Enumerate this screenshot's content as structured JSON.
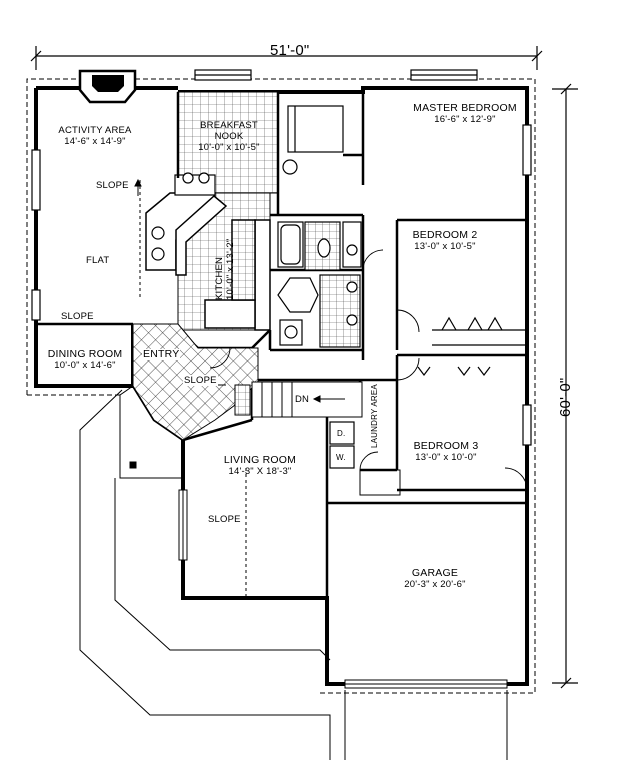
{
  "overall": {
    "width": "51'-0\"",
    "depth": "60'-0\""
  },
  "rooms": {
    "activity": {
      "name": "ACTIVITY AREA",
      "size": "14'-6\" x 14'-9\""
    },
    "breakfast": {
      "name1": "BREAKFAST",
      "name2": "NOOK",
      "size": "10'-0\" x 10'-5\""
    },
    "master": {
      "name": "MASTER BEDROOM",
      "size": "16'-6\" x 12'-9\""
    },
    "bed2": {
      "name": "BEDROOM 2",
      "size": "13'-0\" x 10'-5\""
    },
    "bed3": {
      "name": "BEDROOM 3",
      "size": "13'-0\" x 10'-0\""
    },
    "kitchen": {
      "name": "KITCHEN",
      "size": "10'-0\" x 13'-2\""
    },
    "dining": {
      "name": "DINING ROOM",
      "size": "10'-0\" x 14'-6\""
    },
    "entry": {
      "name": "ENTRY"
    },
    "living": {
      "name": "LIVING ROOM",
      "size": "14'-3\" X 18'-3\""
    },
    "garage": {
      "name": "GARAGE",
      "size": "20'-3\" x 20'-6\""
    },
    "laundry": {
      "name": "LAUNDRY AREA"
    }
  },
  "notes": {
    "slope_activity": "SLOPE",
    "flat": "FLAT",
    "slope_dining": "SLOPE",
    "slope_entry": "SLOPE",
    "slope_living": "SLOPE",
    "stairs_dn": "DN",
    "dryer": "D.",
    "washer": "W."
  }
}
